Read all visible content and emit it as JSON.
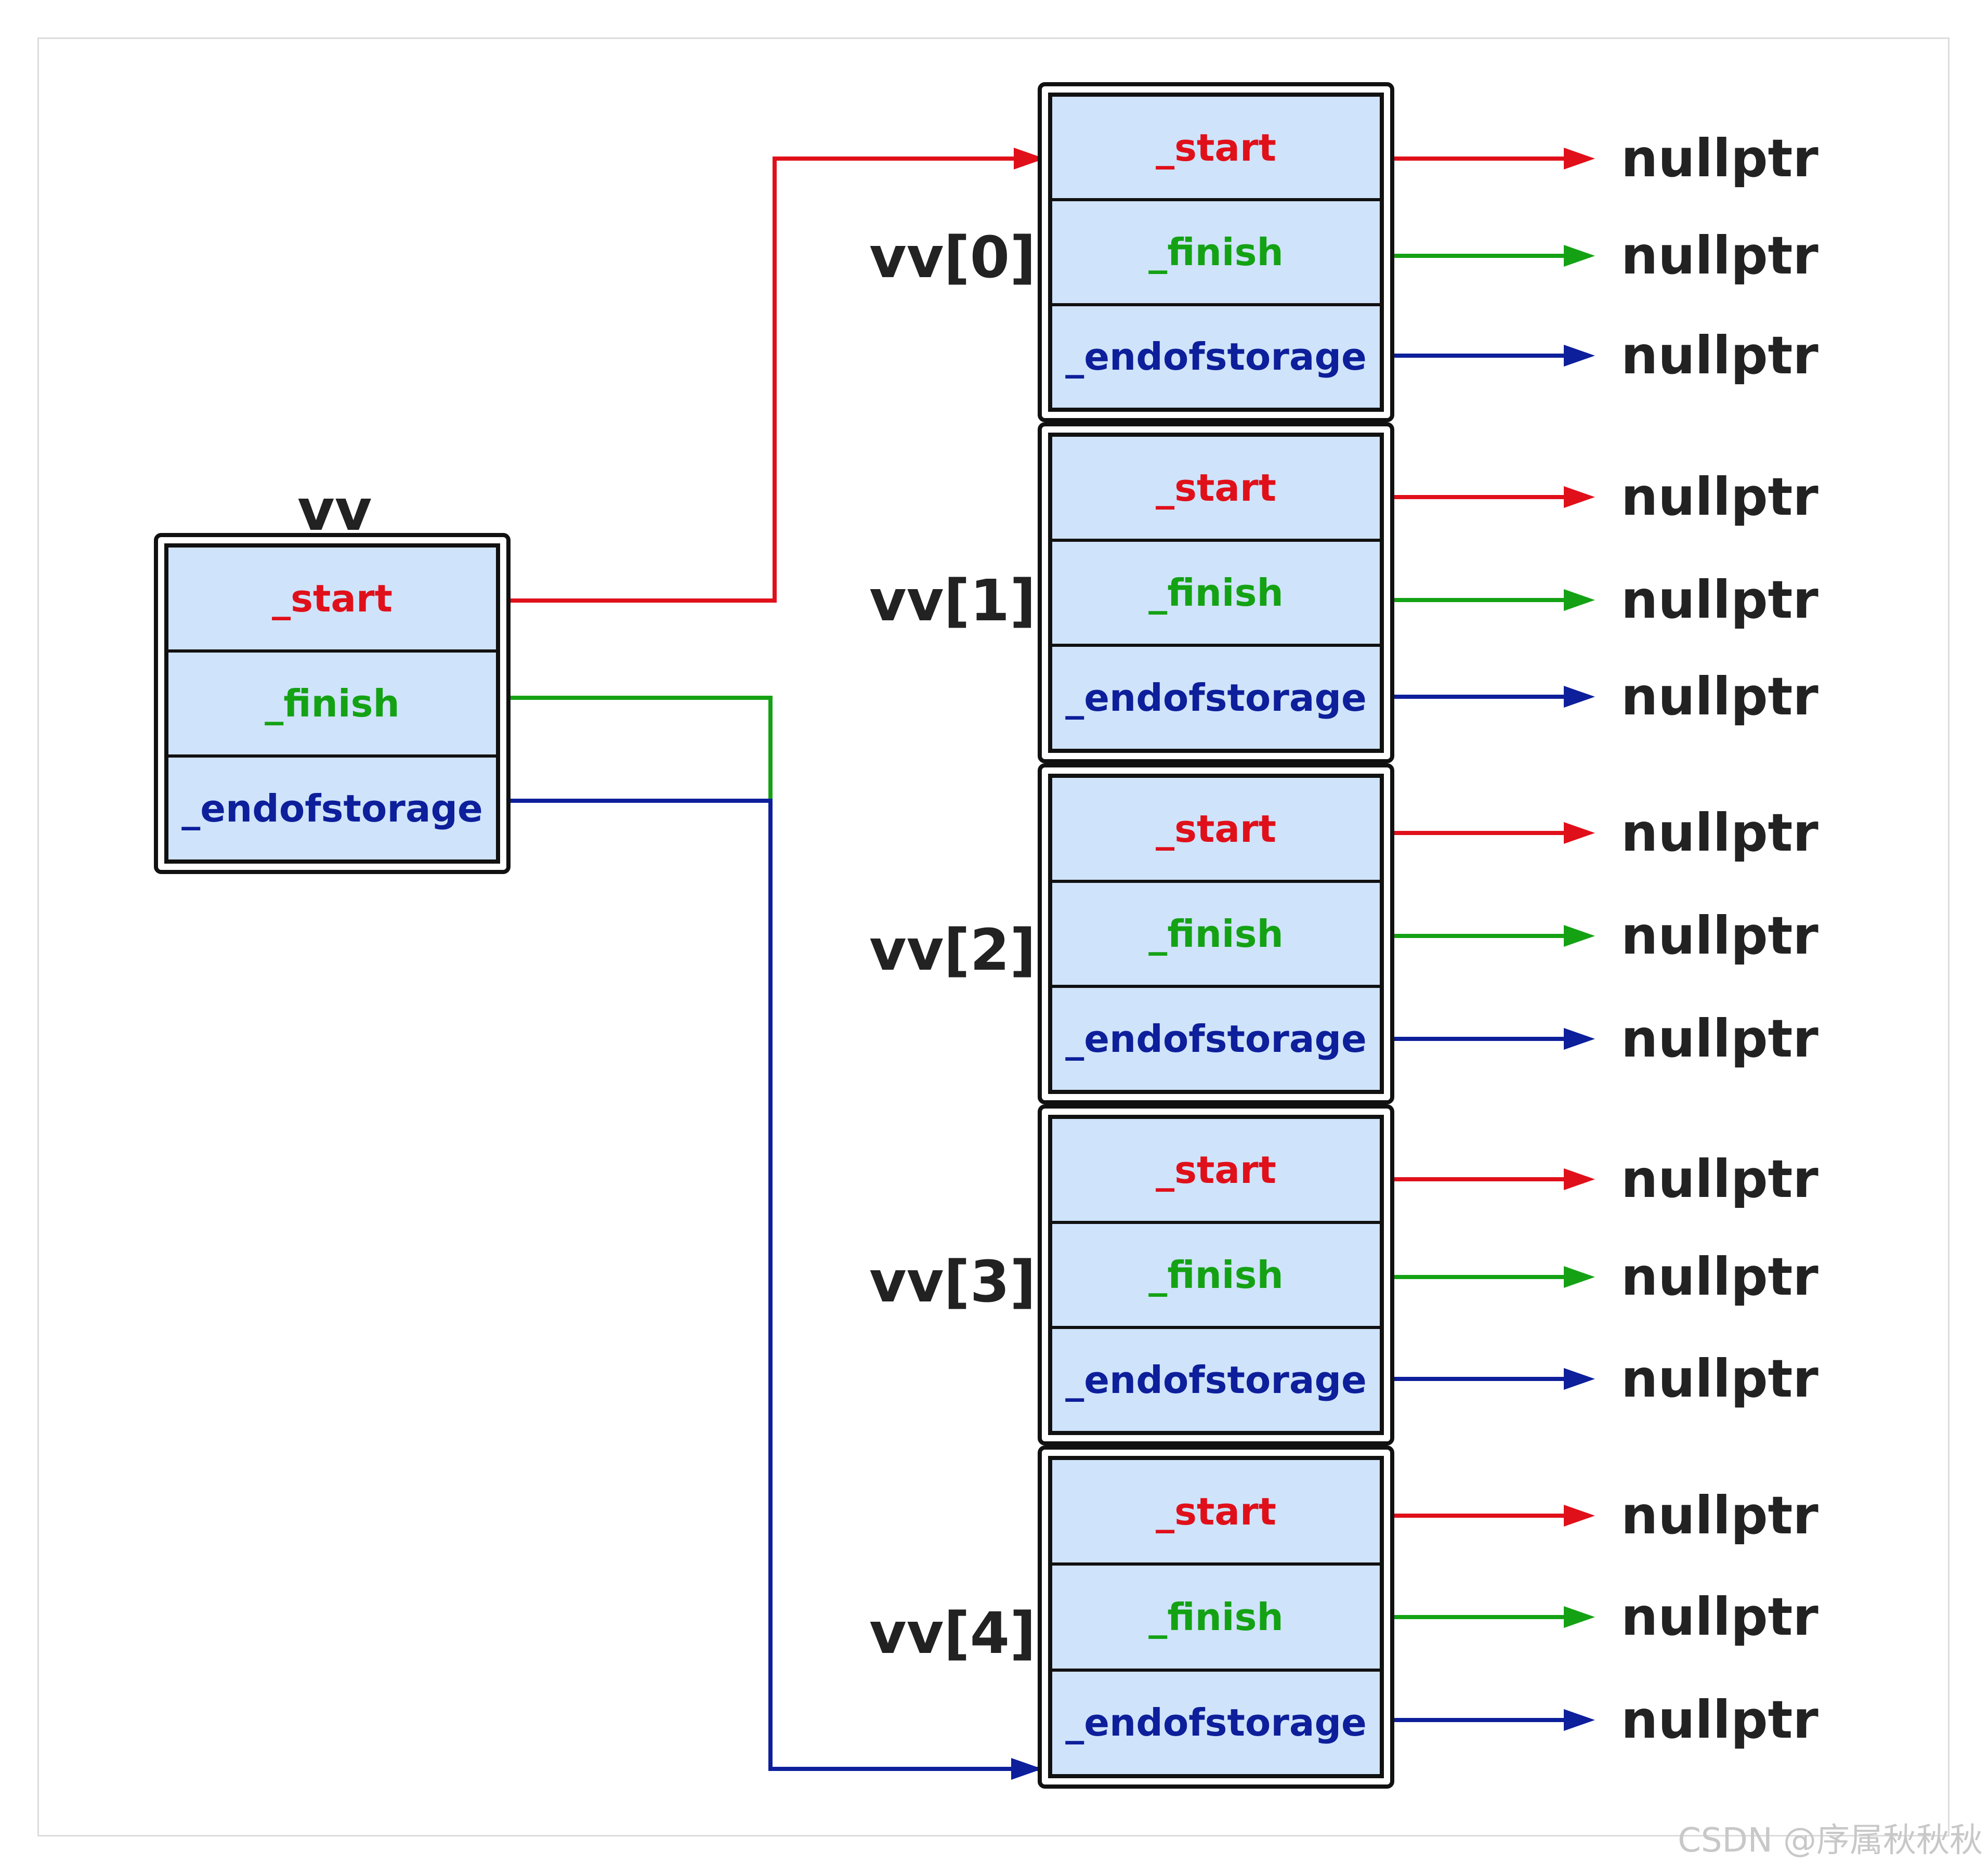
{
  "main": {
    "label": "vv",
    "fields": [
      "_start",
      "_finish",
      "_endofstorage"
    ]
  },
  "elements": [
    {
      "label": "vv[0]",
      "fields": [
        "_start",
        "_finish",
        "_endofstorage"
      ],
      "targets": [
        "nullptr",
        "nullptr",
        "nullptr"
      ]
    },
    {
      "label": "vv[1]",
      "fields": [
        "_start",
        "_finish",
        "_endofstorage"
      ],
      "targets": [
        "nullptr",
        "nullptr",
        "nullptr"
      ]
    },
    {
      "label": "vv[2]",
      "fields": [
        "_start",
        "_finish",
        "_endofstorage"
      ],
      "targets": [
        "nullptr",
        "nullptr",
        "nullptr"
      ]
    },
    {
      "label": "vv[3]",
      "fields": [
        "_start",
        "_finish",
        "_endofstorage"
      ],
      "targets": [
        "nullptr",
        "nullptr",
        "nullptr"
      ]
    },
    {
      "label": "vv[4]",
      "fields": [
        "_start",
        "_finish",
        "_endofstorage"
      ],
      "targets": [
        "nullptr",
        "nullptr",
        "nullptr"
      ]
    }
  ],
  "colors": {
    "start": "#e0101a",
    "finish": "#14a214",
    "endofstorage": "#0d1f9a"
  },
  "watermark": "CSDN @序属秋秋秋"
}
